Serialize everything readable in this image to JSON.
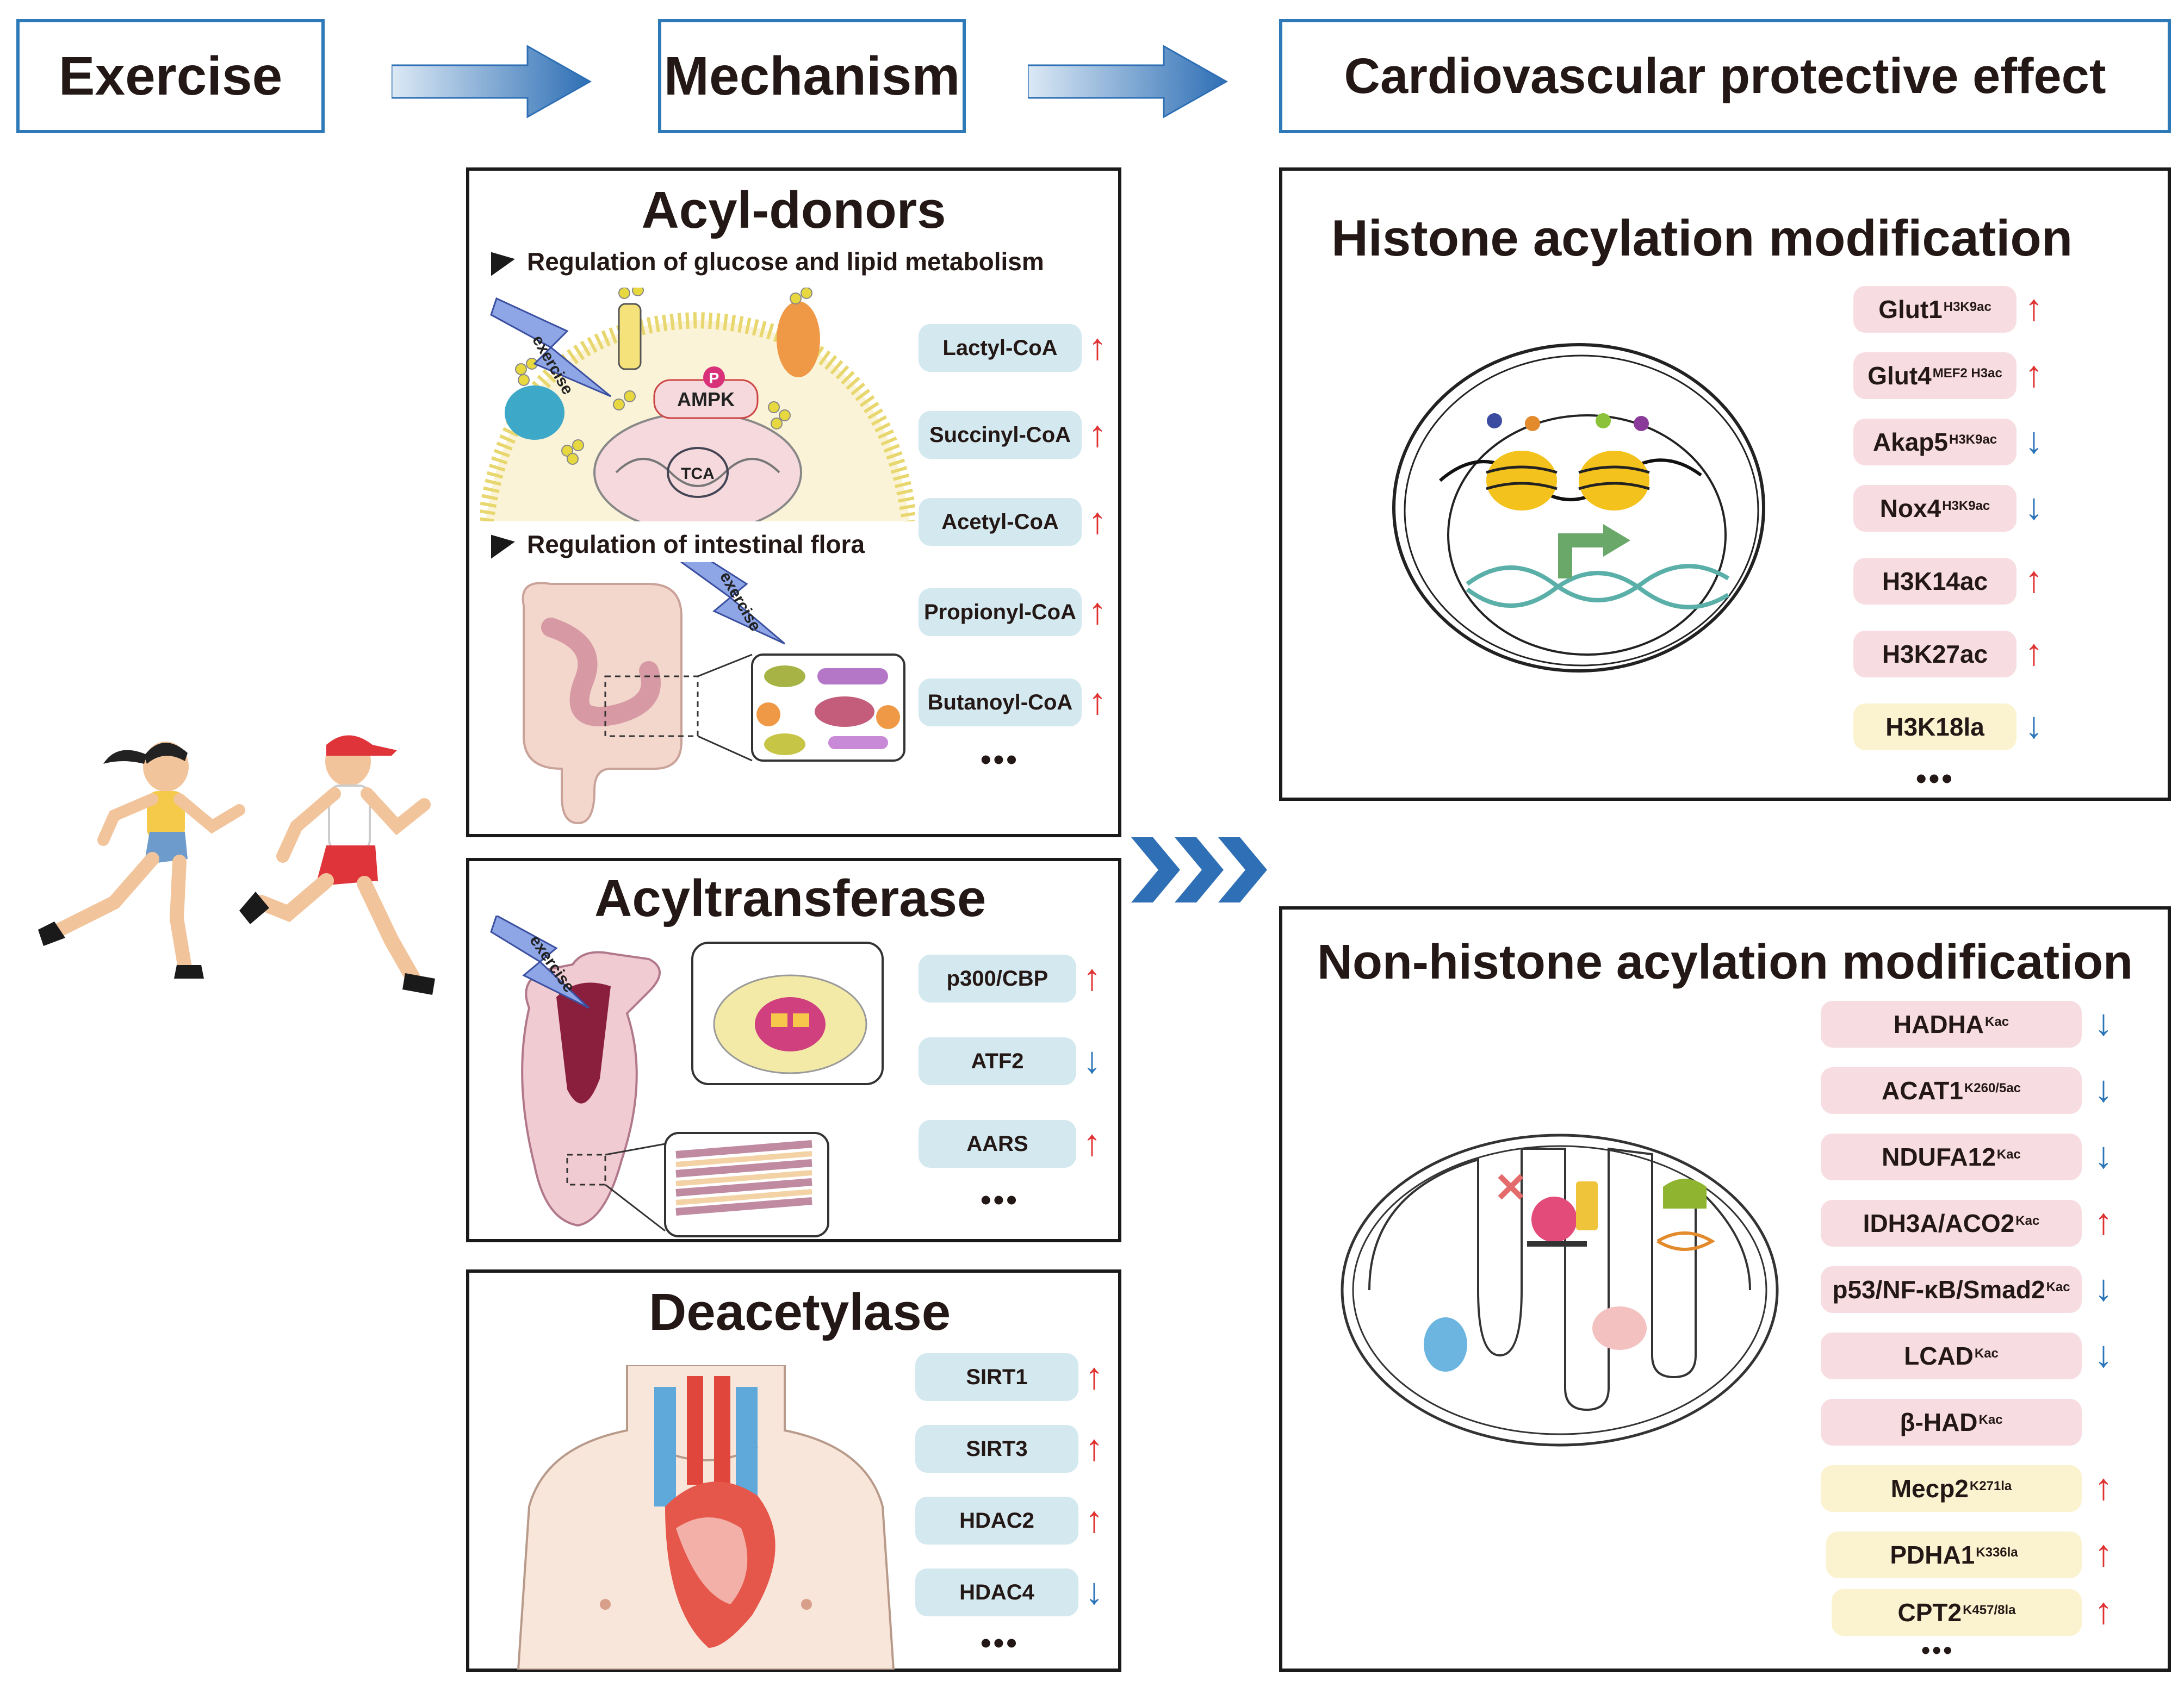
{
  "header": {
    "exercise": "Exercise",
    "mechanism": "Mechanism",
    "effect": "Cardiovascular protective effect"
  },
  "acyl_donors": {
    "title": "Acyl-donors",
    "sub1": "Regulation of glucose and lipid metabolism",
    "sub2": "Regulation of intestinal flora",
    "exercise_tag": "exercise",
    "ampk": "AMPK",
    "p_mark": "P",
    "tca": "TCA",
    "items": [
      {
        "label": "Lactyl-CoA",
        "arrow": "↑"
      },
      {
        "label": "Succinyl-CoA",
        "arrow": "↑"
      },
      {
        "label": "Acetyl-CoA",
        "arrow": "↑"
      },
      {
        "label": "Propionyl-CoA",
        "arrow": "↑"
      },
      {
        "label": "Butanoyl-CoA",
        "arrow": "↑"
      }
    ],
    "more": "•••"
  },
  "acyltransferase": {
    "title": "Acyltransferase",
    "exercise_tag": "exercise",
    "items": [
      {
        "label": "p300/CBP",
        "arrow": "↑"
      },
      {
        "label": "ATF2",
        "arrow": "↓"
      },
      {
        "label": "AARS",
        "arrow": "↑"
      }
    ],
    "more": "•••"
  },
  "deacetylase": {
    "title": "Deacetylase",
    "items": [
      {
        "label": "SIRT1",
        "arrow": "↑"
      },
      {
        "label": "SIRT3",
        "arrow": "↑"
      },
      {
        "label": "HDAC2",
        "arrow": "↑"
      },
      {
        "label": "HDAC4",
        "arrow": "↓"
      }
    ],
    "more": "•••"
  },
  "histone": {
    "title": "Histone acylation modification",
    "items": [
      {
        "label": "Glut1",
        "sup": "H3K9ac",
        "arrow": "↑"
      },
      {
        "label": "Glut4",
        "sup": "MEF2 H3ac",
        "arrow": "↑"
      },
      {
        "label": "Akap5",
        "sup": "H3K9ac",
        "arrow": "↓"
      },
      {
        "label": "Nox4",
        "sup": "H3K9ac",
        "arrow": "↓"
      },
      {
        "label": "H3K14ac",
        "sup": "",
        "arrow": "↑"
      },
      {
        "label": "H3K27ac",
        "sup": "",
        "arrow": "↑"
      },
      {
        "label": "H3K18la",
        "sup": "",
        "arrow": "↓"
      }
    ],
    "more": "•••"
  },
  "nonhistone": {
    "title": "Non-histone acylation modification",
    "items": [
      {
        "label": "HADHA",
        "sup": "Kac",
        "arrow": "↓"
      },
      {
        "label": "ACAT1",
        "sup": "K260/5ac",
        "arrow": "↓"
      },
      {
        "label": "NDUFA12",
        "sup": "Kac",
        "arrow": "↓"
      },
      {
        "label": "IDH3A/ACO2",
        "sup": "Kac",
        "arrow": "↑"
      },
      {
        "label": "p53/NF-κB/Smad2",
        "sup": "Kac",
        "arrow": "↓"
      },
      {
        "label": "LCAD",
        "sup": "Kac",
        "arrow": "↓"
      },
      {
        "label": "β-HAD",
        "sup": "Kac",
        "arrow": ""
      },
      {
        "label": "Mecp2",
        "sup": "K271la",
        "arrow": "↑"
      },
      {
        "label": "PDHA1",
        "sup": "K336la",
        "arrow": "↑"
      },
      {
        "label": "CPT2",
        "sup": "K457/8la",
        "arrow": "↑"
      }
    ],
    "more": "•••"
  },
  "colors": {
    "header_border": "#2e7ab8",
    "arrow_blue": "#2e6fb5",
    "up": "#e03131",
    "down": "#2a74b8",
    "pill_blue": "#d4e8ef",
    "pill_pink": "#f7dde2",
    "pill_yellow": "#fbf3d0"
  }
}
